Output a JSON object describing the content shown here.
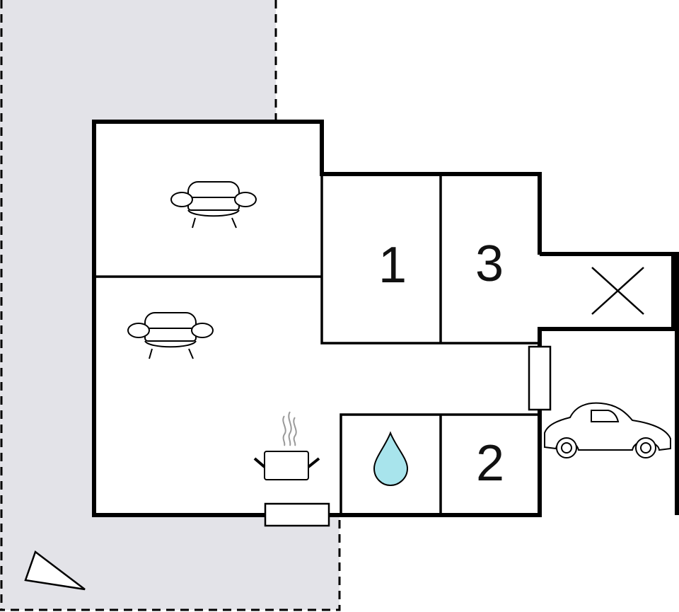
{
  "rooms": {
    "bedroom_1": {
      "label": "1"
    },
    "bedroom_2": {
      "label": "2"
    },
    "bedroom_3": {
      "label": "3"
    }
  },
  "icons": {
    "sofa_upper": "sofa-icon",
    "sofa_lower": "sofa-icon",
    "kitchen": "cooking-pot-icon",
    "bathroom": "water-drop-icon",
    "storage": "cross-icon",
    "parking": "car-icon",
    "compass": "north-arrow-icon"
  },
  "colors": {
    "terrace": "#e3e3e8",
    "wall": "#000000",
    "water": "#a8e4ec",
    "steam": "#999999"
  }
}
